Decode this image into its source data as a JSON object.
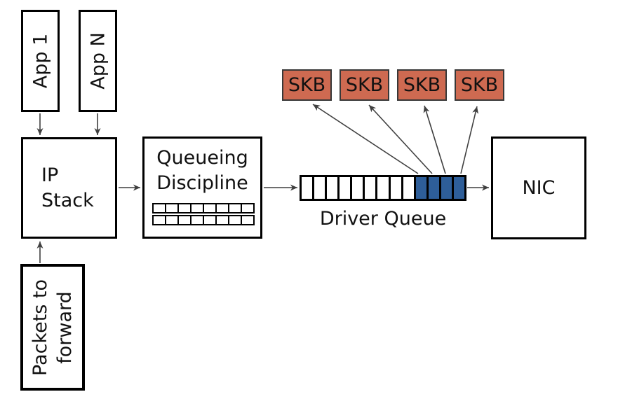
{
  "diagram": {
    "background_color": "#ffffff",
    "box_border_color": "#000000",
    "arrow_color": "#3f3f3f",
    "boxes": {
      "app1": {
        "label": "App 1"
      },
      "app_n": {
        "label": "App N"
      },
      "ip_stack": {
        "line1": "IP",
        "line2": "Stack"
      },
      "queueing_discipline": {
        "line1": "Queueing",
        "line2": "Discipline",
        "grid_rows": 2,
        "grid_cols": 8
      },
      "packets_to_forward": {
        "line1": "Packets to",
        "line2": "forward"
      },
      "nic": {
        "label": "NIC"
      }
    },
    "driver_queue": {
      "label": "Driver Queue",
      "cell_count": 13,
      "cells": [
        "empty",
        "empty",
        "empty",
        "empty",
        "empty",
        "empty",
        "empty",
        "empty",
        "empty",
        "skb",
        "skb",
        "skb",
        "skb"
      ],
      "empty_cell_color": "#ffffff",
      "skb_cell_color": "#2e5e99"
    },
    "skb_buffers": {
      "labels": [
        "SKB",
        "SKB",
        "SKB",
        "SKB"
      ],
      "fill_color": "#ce6a51",
      "border_color": "#383838"
    }
  }
}
